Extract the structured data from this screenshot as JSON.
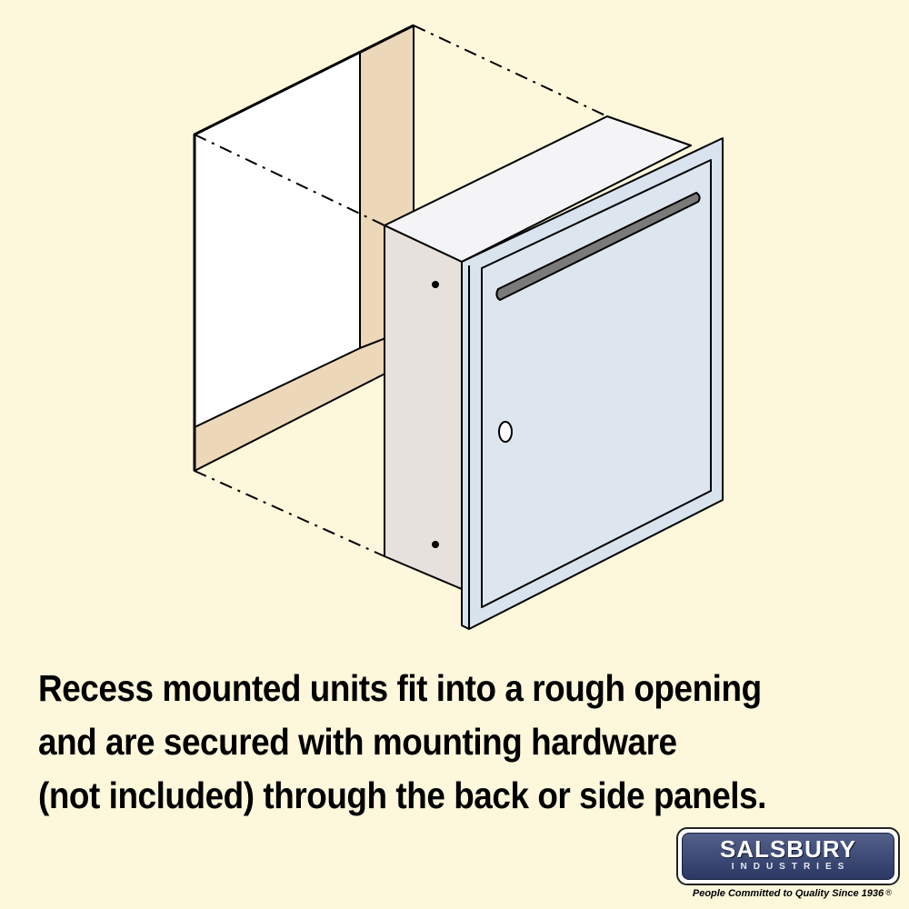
{
  "caption": {
    "line1": "Recess mounted units fit into a rough opening",
    "line2": "and are secured with mounting hardware",
    "line3": "(not included) through the back or side panels."
  },
  "brand": {
    "name": "SALSBURY",
    "subname": "INDUSTRIES",
    "registered_mark": "®",
    "tagline": "People Committed to Quality Since 1936"
  },
  "colors": {
    "background": "#fdf7dc",
    "opening_interior": "#ffffff",
    "opening_frame": "#ecd7b8",
    "box_top": "#f4f4f6",
    "box_side": "#e7e1dd",
    "door_frame": "#d9e3ee",
    "door_panel": "#dde6ef",
    "mail_slot": "#7a7a7a",
    "brand_badge": "#3a4675"
  },
  "icons": {
    "lock": "lock-icon",
    "mounting_holes": "screw-hole-icon"
  }
}
